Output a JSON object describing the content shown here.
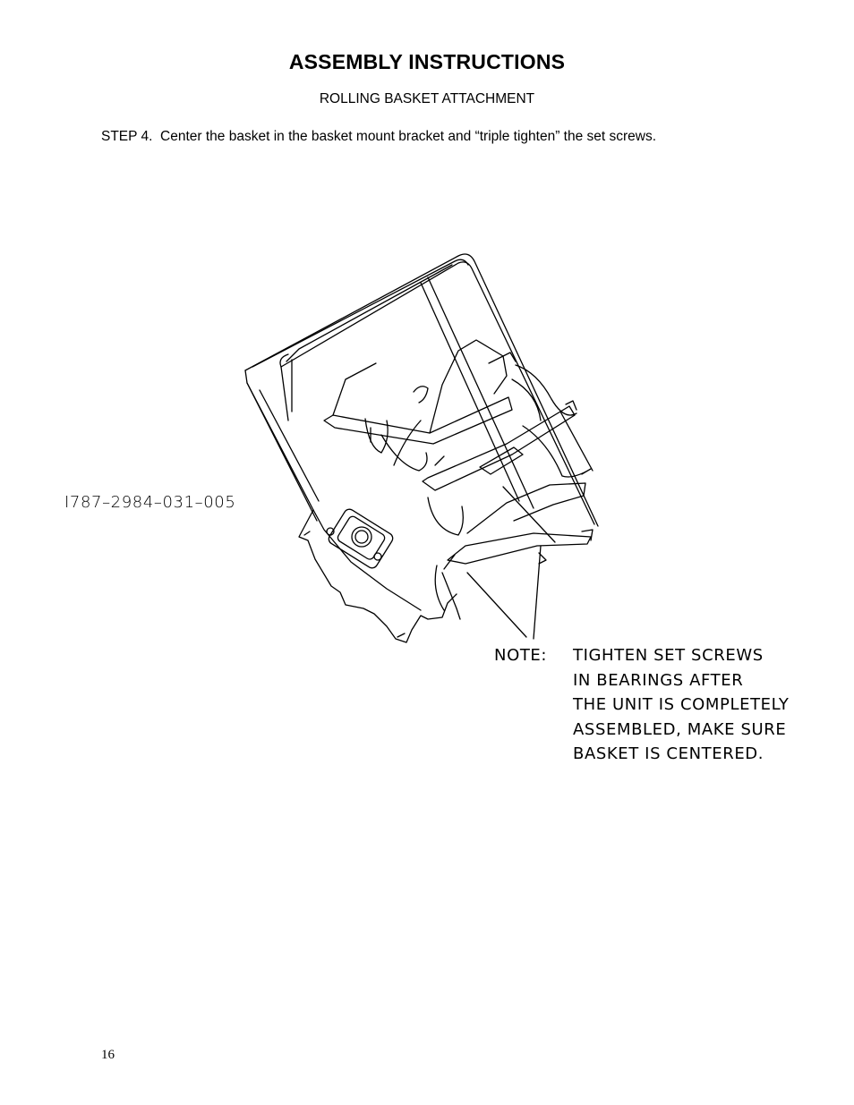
{
  "header": {
    "title": "ASSEMBLY INSTRUCTIONS",
    "subtitle": "ROLLING BASKET ATTACHMENT"
  },
  "instruction": {
    "step": "STEP 4.  Center the basket in the basket mount bracket and “triple tighten” the set screws."
  },
  "drawing": {
    "part_number": "I787–2984–031–005",
    "note_label": "NOTE:",
    "note_lines": [
      "TIGHTEN SET SCREWS",
      "IN BEARINGS AFTER",
      "THE UNIT IS COMPLETELY",
      "ASSEMBLED, MAKE SURE",
      "BASKET IS CENTERED."
    ]
  },
  "footer": {
    "page_number": "16"
  }
}
